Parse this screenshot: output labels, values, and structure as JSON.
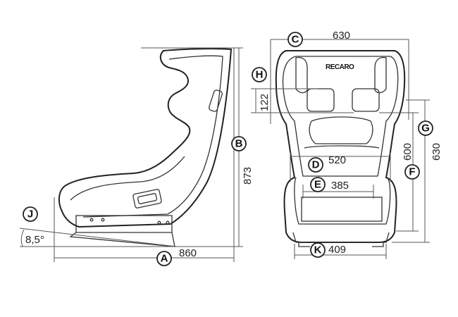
{
  "dimensions": [
    {
      "letter": "A",
      "value": "860"
    },
    {
      "letter": "B",
      "value": "873"
    },
    {
      "letter": "C",
      "value": "630"
    },
    {
      "letter": "D",
      "value": "520"
    },
    {
      "letter": "E",
      "value": "385"
    },
    {
      "letter": "F",
      "value": "600"
    },
    {
      "letter": "G",
      "value": "630"
    },
    {
      "letter": "H",
      "value": "122"
    },
    {
      "letter": "J",
      "value": "8,5°"
    },
    {
      "letter": "K",
      "value": "409"
    }
  ],
  "brand": "RECARO"
}
